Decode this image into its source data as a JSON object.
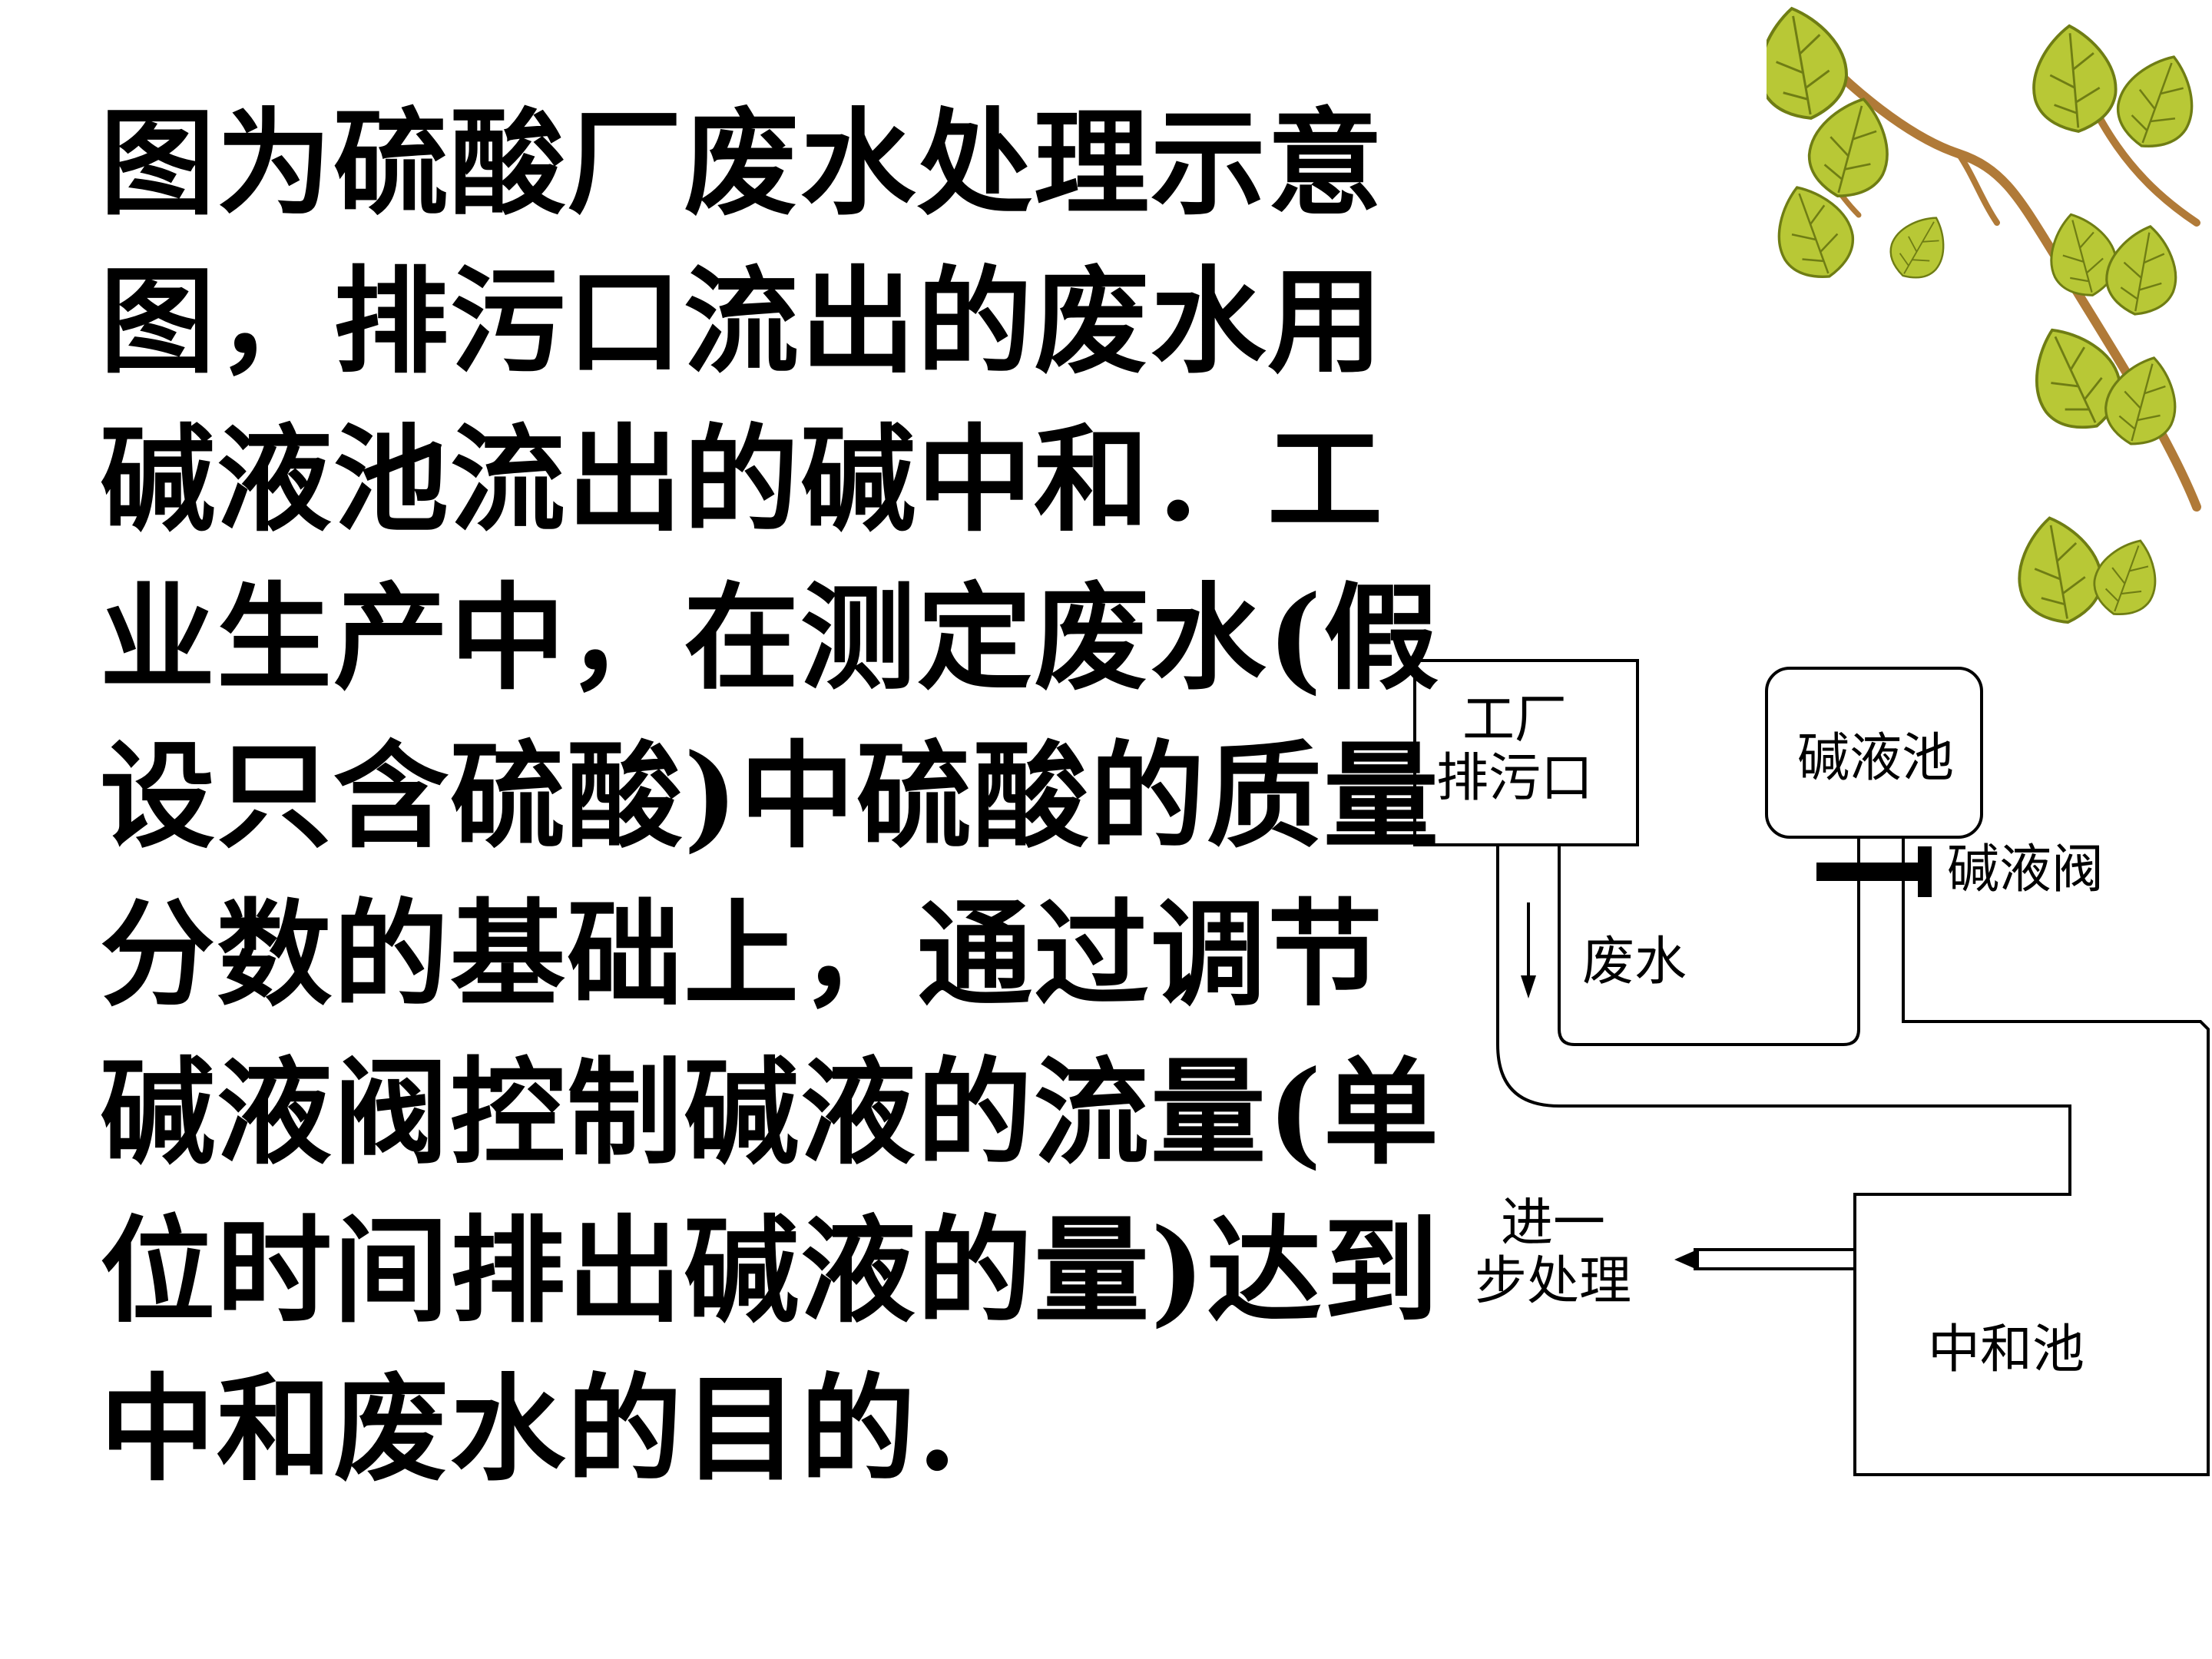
{
  "text_lines": [
    "图为硫酸厂废水处理示意",
    "图，排污口流出的废水用",
    "碱液池流出的碱中和．工",
    "业生产中，在测定废水(假",
    "设只含硫酸)中硫酸的质量",
    "分数的基础上，通过调节",
    "碱液阀控制碱液的流量(单",
    "位时间排出碱液的量)达到",
    "中和废水的目的."
  ],
  "diagram": {
    "factory_outlet": [
      "工厂",
      "排污口"
    ],
    "alkali_pool": "碱液池",
    "alkali_valve": "碱液阀",
    "waste_water": "废水",
    "further_treatment": [
      "进一",
      "步处理"
    ],
    "neutralization_pool": "中和池"
  },
  "colors": {
    "text": "#000000",
    "background": "#ffffff",
    "leaf": "#b8c836",
    "leaf_shadow": "#6f7d14",
    "branch": "#b07a38"
  }
}
